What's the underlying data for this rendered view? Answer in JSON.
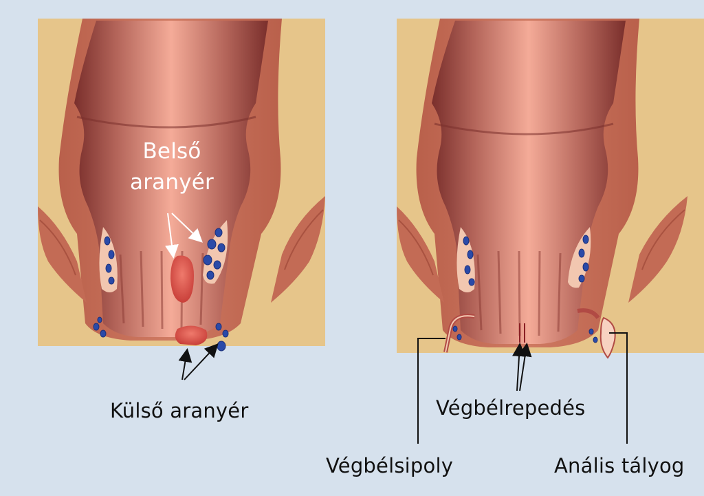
{
  "panels": [
    {
      "id": "hemorrhoids",
      "labels": {
        "internal_line1": "Belső",
        "internal_line2": "aranyér",
        "external": "Külső aranyér"
      }
    },
    {
      "id": "other-conditions",
      "labels": {
        "fissure": "Végbélrepedés",
        "fistula": "Végbélsipoly",
        "abscess": "Anális tályog"
      }
    }
  ],
  "colors": {
    "background": "#d6e1ed",
    "fat": "#e6c58a",
    "muscle": "#c06a52",
    "muscle_dark": "#9e4a3a",
    "lumen_light": "#f2a996",
    "lumen_dark": "#8a3a33",
    "vein": "#2a4aa8",
    "hemorrhoid": "#d9534a"
  }
}
